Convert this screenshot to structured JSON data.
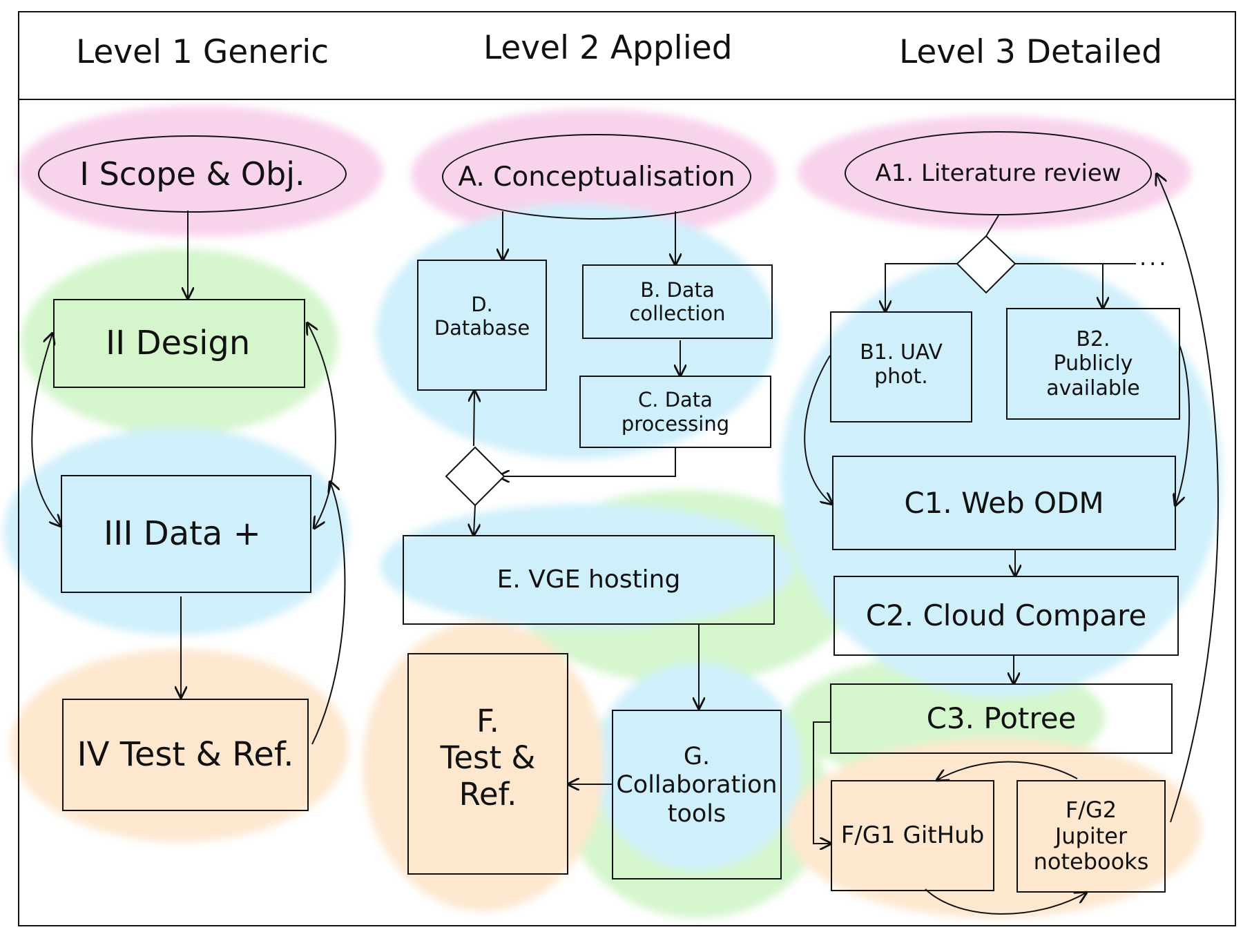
{
  "headers": {
    "level1": "Level 1 Generic",
    "level2": "Level 2 Applied",
    "level3": "Level 3 Detailed"
  },
  "colors": {
    "pink": "#f6c5e6",
    "green": "#c7f3bd",
    "blue": "#bfeafa",
    "orange": "#fde0c0"
  },
  "level1": {
    "scope": "I Scope & Obj.",
    "design": "II Design",
    "data": "III Data +",
    "test": "IV Test & Ref."
  },
  "level2": {
    "conceptualisation": "A. Conceptualisation",
    "database": "D.\nDatabase",
    "collection": "B. Data\ncollection",
    "processing": "C. Data\nprocessing",
    "hosting": "E. VGE hosting",
    "test": "F.\nTest &\nRef.",
    "collaboration": "G.\nCollaboration\ntools"
  },
  "level3": {
    "literature": "A1. Literature review",
    "uav": "B1. UAV\nphot.",
    "publicly": "B2.\nPublicly\navailable",
    "webodm": "C1. Web ODM",
    "cloudcompare": "C2. Cloud Compare",
    "potree": "C3. Potree",
    "github": "F/G1 GitHub",
    "jupiter": "F/G2\nJupiter\nnotebooks",
    "more": "..."
  }
}
